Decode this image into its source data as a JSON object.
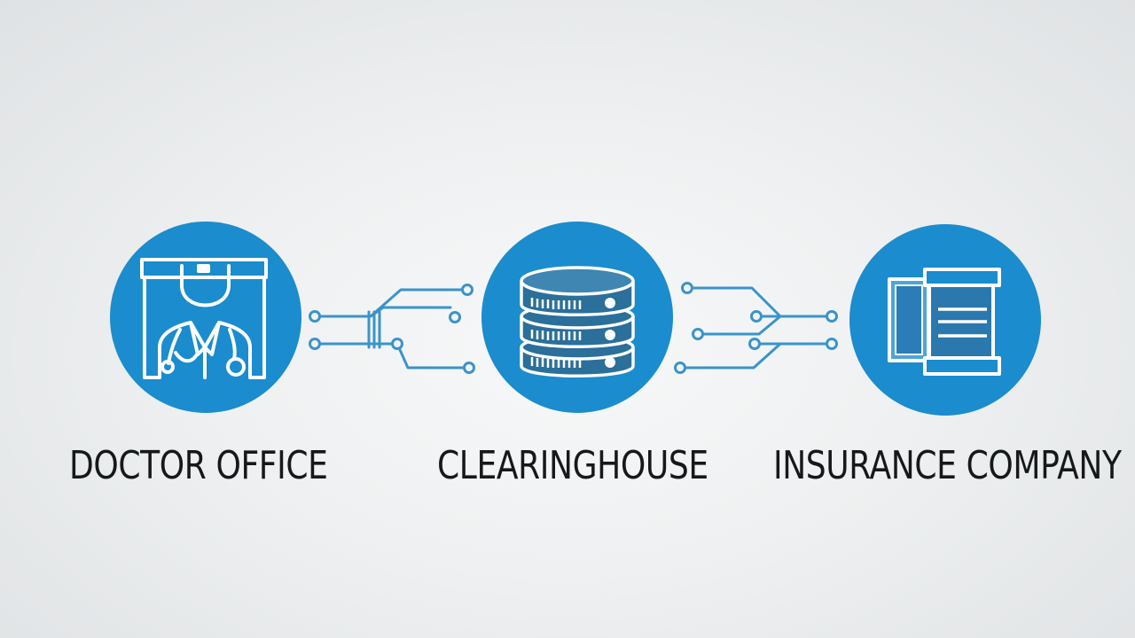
{
  "nodes": [
    {
      "id": "doctor-office",
      "label": "DOCTOR OFFICE",
      "icon": "doctor-icon"
    },
    {
      "id": "clearinghouse",
      "label": "CLEARINGHOUSE",
      "icon": "database-server-icon"
    },
    {
      "id": "insurance-company",
      "label": "INSURANCE COMPANY",
      "icon": "document-icon"
    }
  ],
  "edges": [
    {
      "from": "doctor-office",
      "to": "clearinghouse"
    },
    {
      "from": "clearinghouse",
      "to": "insurance-company"
    }
  ],
  "colors": {
    "circle": "#1b8ccd",
    "connector": "#3a94c9",
    "icon_stroke": "#ffffff",
    "label": "#16191c"
  }
}
